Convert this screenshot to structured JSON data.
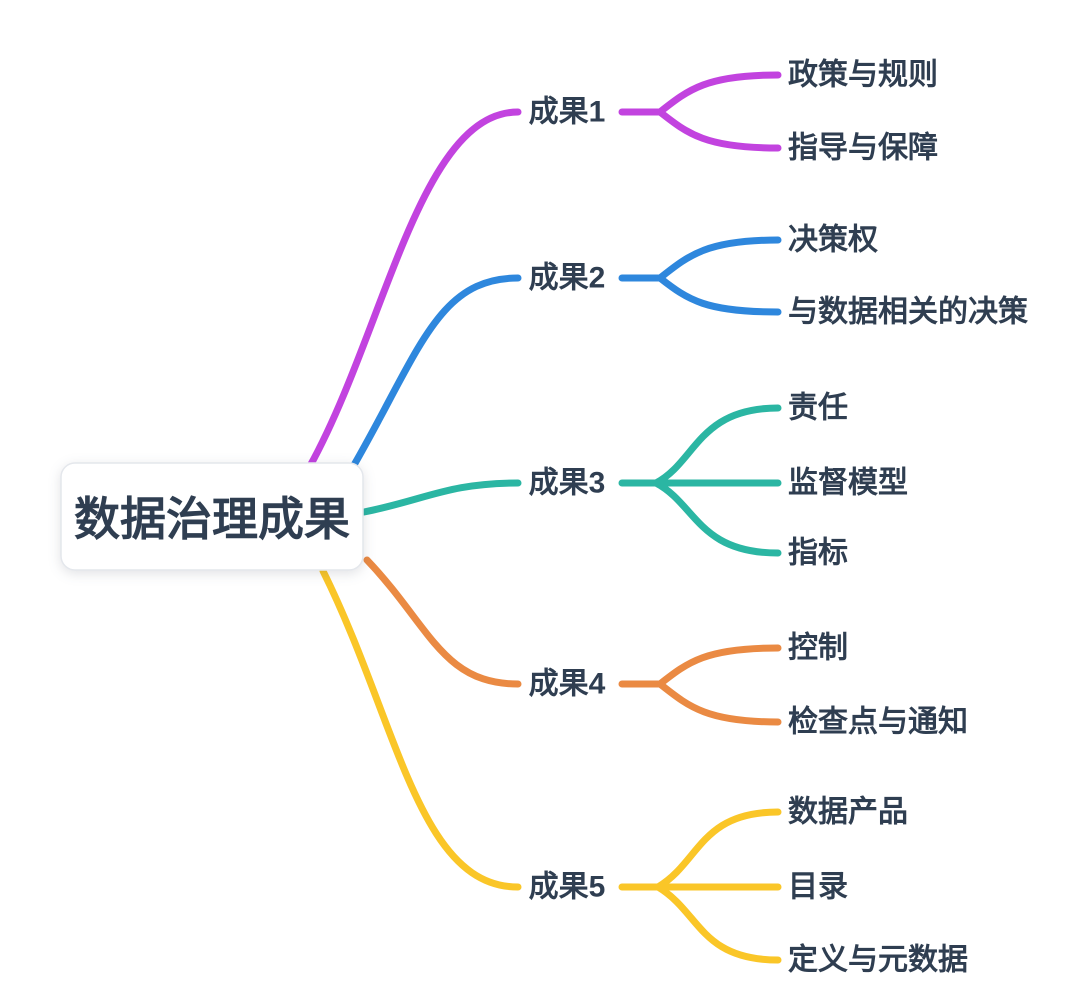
{
  "palette": {
    "text": "#2f3e51",
    "node_bg": "#ffffff",
    "node_border": "#e4e7ec",
    "branch1": "#c243df",
    "branch2": "#2e87dd",
    "branch3": "#2bb6a3",
    "branch4": "#ea8a43",
    "branch5": "#fac628"
  },
  "mindmap": {
    "root": {
      "label": "数据治理成果"
    },
    "branches": [
      {
        "label": "成果1",
        "color": "#c243df",
        "children": [
          {
            "label": "政策与规则"
          },
          {
            "label": "指导与保障"
          }
        ]
      },
      {
        "label": "成果2",
        "color": "#2e87dd",
        "children": [
          {
            "label": "决策权"
          },
          {
            "label": "与数据相关的决策"
          }
        ]
      },
      {
        "label": "成果3",
        "color": "#2bb6a3",
        "children": [
          {
            "label": "责任"
          },
          {
            "label": "监督模型"
          },
          {
            "label": "指标"
          }
        ]
      },
      {
        "label": "成果4",
        "color": "#ea8a43",
        "children": [
          {
            "label": "控制"
          },
          {
            "label": "检查点与通知"
          }
        ]
      },
      {
        "label": "成果5",
        "color": "#fac628",
        "children": [
          {
            "label": "数据产品"
          },
          {
            "label": "目录"
          },
          {
            "label": "定义与元数据"
          }
        ]
      }
    ]
  }
}
